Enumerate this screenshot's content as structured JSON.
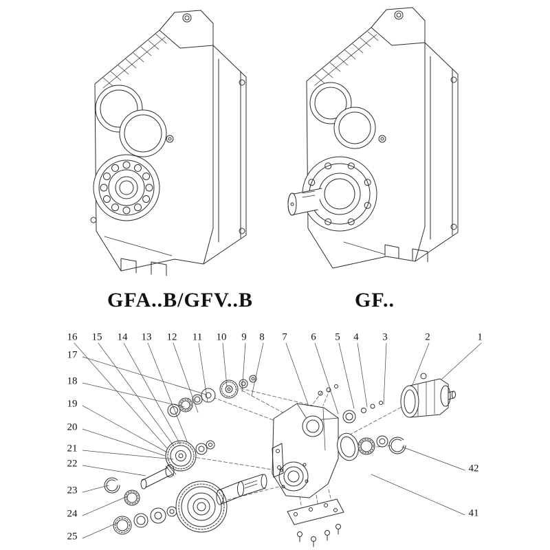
{
  "captions": {
    "left": "GFA..B/GFV..B",
    "right": "GF.."
  },
  "parts": {
    "top": [
      "16",
      "15",
      "14",
      "13",
      "12",
      "11",
      "10",
      "9",
      "8",
      "7",
      "6",
      "5",
      "4",
      "3",
      "2",
      "1"
    ],
    "left": [
      "17",
      "18",
      "19",
      "20",
      "21",
      "22",
      "23",
      "24",
      "25"
    ],
    "right": [
      "42",
      "41"
    ]
  }
}
